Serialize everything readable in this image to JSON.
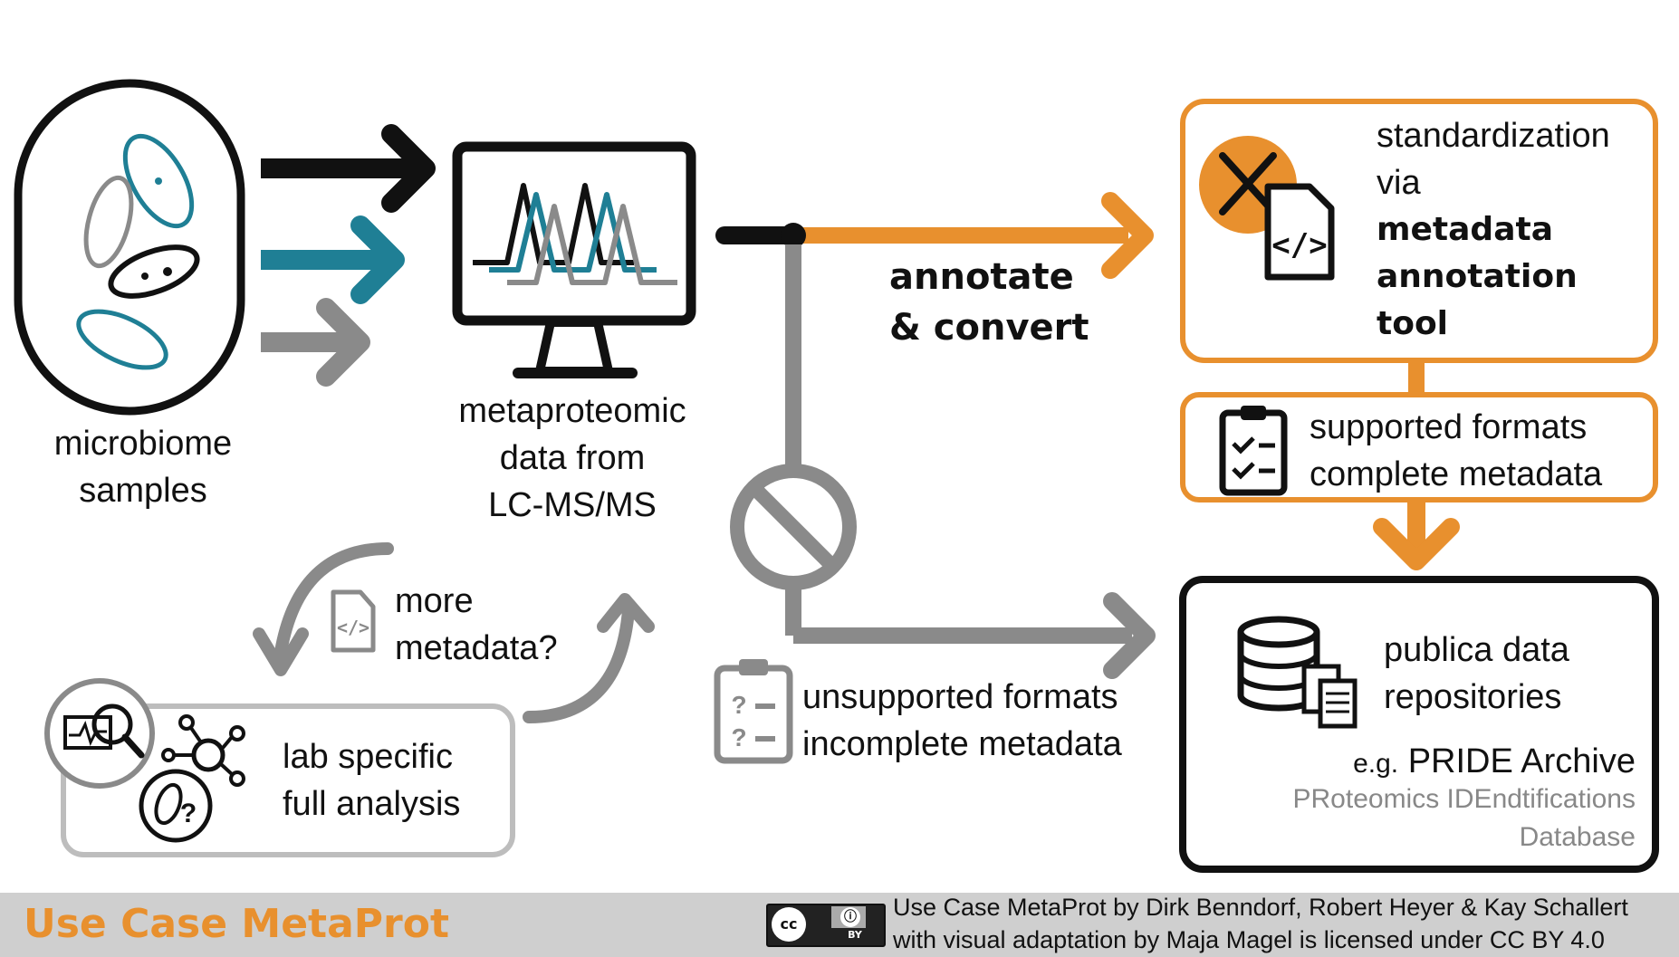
{
  "samples": {
    "line1": "microbiome",
    "line2": "samples"
  },
  "ms_data": {
    "line1": "metaproteomic",
    "line2": "data from",
    "line3": "LC-MS/MS"
  },
  "annotate": {
    "line1": "annotate",
    "line2": "& convert"
  },
  "tool": {
    "line1": "standardization",
    "line2": "via",
    "line3": "metadata",
    "line4": "annotation",
    "line5": "tool"
  },
  "supported": {
    "line1": "supported formats",
    "line2": "complete metadata"
  },
  "unsupported": {
    "line1": "unsupported formats",
    "line2": "incomplete metadata"
  },
  "more_meta": {
    "line1": "more",
    "line2": "metadata?"
  },
  "lab": {
    "line1": "lab specific",
    "line2": "full analysis"
  },
  "repos": {
    "line1": "publica data",
    "line2": "repositories",
    "eg": "e.g.",
    "name": "PRIDE Archive",
    "sub1": "PRoteomics IDEndtifications",
    "sub2": "Database"
  },
  "footer": {
    "title": "Use Case MetaProt",
    "credit1": "Use Case MetaProt by Dirk Benndorf, Robert Heyer & Kay Schallert",
    "credit2": "with visual adaptation by Maja Magel is licensed under CC BY 4.0",
    "cc": "cc",
    "by": "BY"
  },
  "colors": {
    "orange": "#e8902e",
    "teal": "#1f7f95",
    "grey": "#8a8a8a",
    "black": "#111111",
    "light_grey": "#bdbdbd"
  }
}
